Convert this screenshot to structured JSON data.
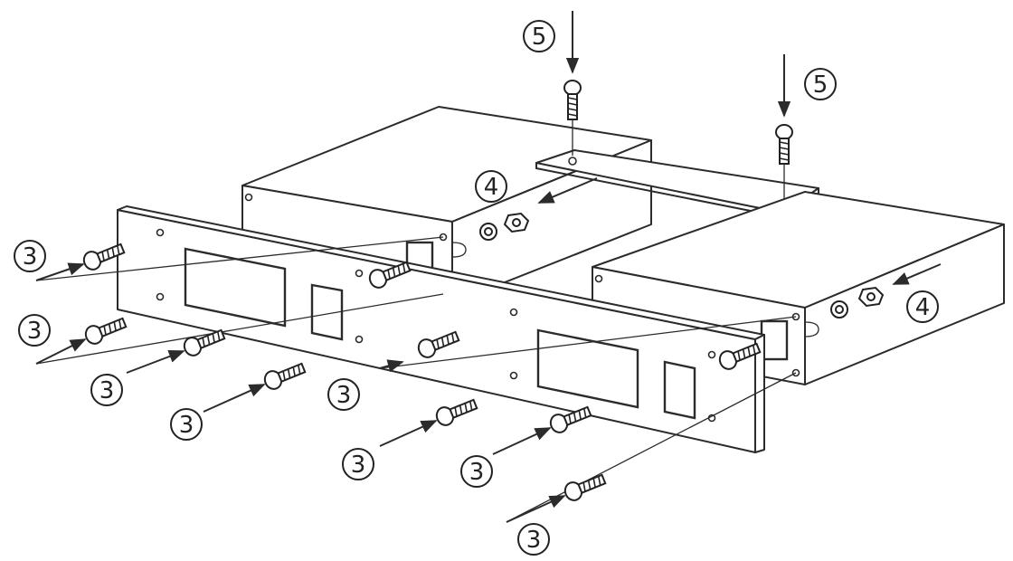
{
  "figure": {
    "callouts": {
      "rack_screw": "3",
      "nut": "4",
      "plate_screw": "5"
    }
  }
}
